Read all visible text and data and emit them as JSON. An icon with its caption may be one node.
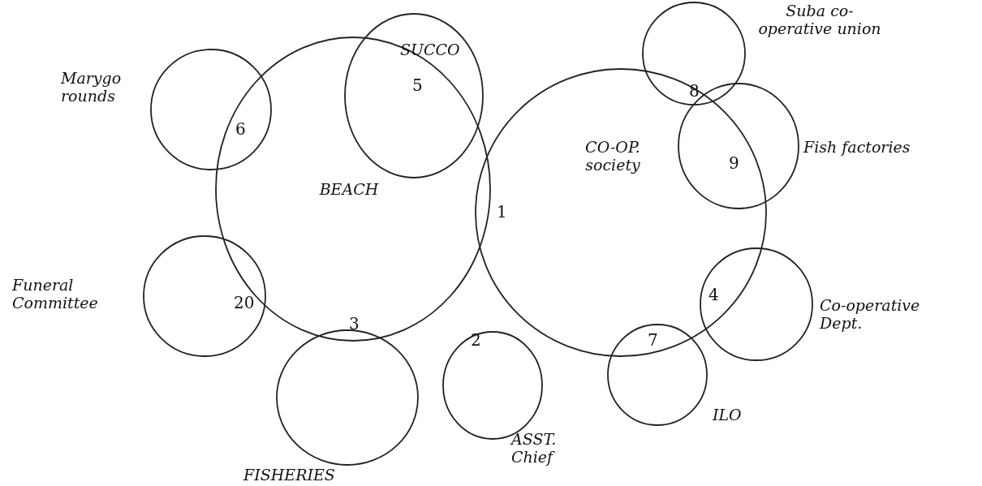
{
  "diagram": {
    "nodes": [
      {
        "text": [
          "Marygo rounds"
        ]
      },
      {
        "text": [
          "BEACH"
        ]
      },
      {
        "text": [
          "SUCCO"
        ]
      },
      {
        "text": [
          "Suba co-operative union"
        ]
      },
      {
        "text": [
          "CO-OP. society"
        ]
      },
      {
        "text": [
          "Fish factories"
        ]
      },
      {
        "text": [
          "Funeral Committee"
        ]
      },
      {
        "text": [
          "FISHERIES"
        ]
      },
      {
        "text": [
          "ASST. Chief"
        ]
      },
      {
        "text": [
          "ILO"
        ]
      },
      {
        "text": [
          "Co-operative Dept."
        ]
      }
    ],
    "labels": [
      "8",
      "5",
      "6",
      "9",
      "1",
      "20",
      "4",
      "3",
      "2",
      "7"
    ]
  }
}
